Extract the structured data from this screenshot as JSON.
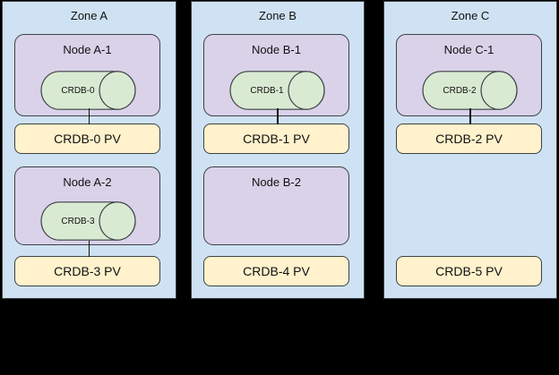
{
  "colors": {
    "canvas_bg": "#000000",
    "zone_bg": "#cfe2f3",
    "node_bg": "#d9d2e9",
    "pod_bg": "#d9ead3",
    "pv_bg": "#fff2cc",
    "border": "#3d4144",
    "text": "#111111",
    "connector": "#111111"
  },
  "icons": {
    "pod_shape": "cylinder-icon"
  },
  "zones": [
    {
      "title": "Zone A",
      "slots": [
        {
          "node": "Node A-1",
          "pod": "CRDB-0",
          "pv": "CRDB-0 PV",
          "connected": true
        },
        {
          "node": "Node A-2",
          "pod": "CRDB-3",
          "pv": "CRDB-3 PV",
          "connected": true
        }
      ]
    },
    {
      "title": "Zone B",
      "slots": [
        {
          "node": "Node B-1",
          "pod": "CRDB-1",
          "pv": "CRDB-1 PV",
          "connected": true
        },
        {
          "node": "Node B-2",
          "pod": null,
          "pv": "CRDB-4 PV",
          "connected": false
        }
      ]
    },
    {
      "title": "Zone C",
      "slots": [
        {
          "node": "Node C-1",
          "pod": "CRDB-2",
          "pv": "CRDB-2 PV",
          "connected": true
        },
        {
          "node": null,
          "pod": null,
          "pv": "CRDB-5 PV",
          "connected": false
        }
      ]
    }
  ]
}
